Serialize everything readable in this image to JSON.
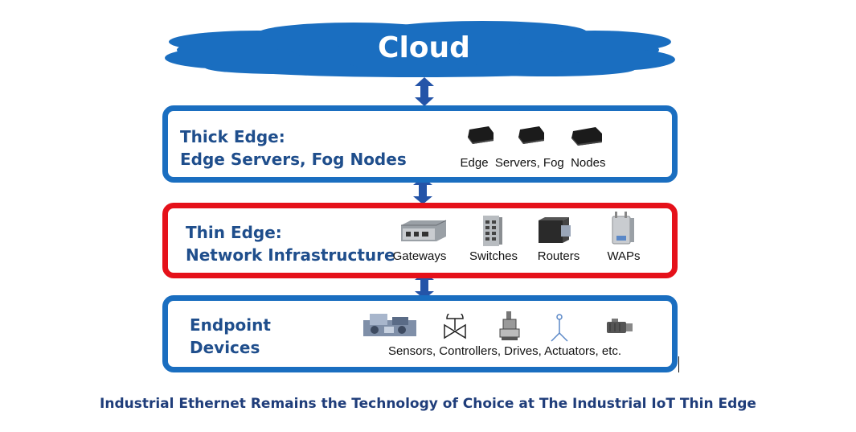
{
  "colors": {
    "accent_blue": "#1a6ec0",
    "highlight_red": "#e5111a",
    "title_text": "#1f4e8c",
    "caption_text": "#1f3d7a"
  },
  "cloud": {
    "label": "Cloud"
  },
  "tiers": {
    "thick_edge": {
      "title_line1": "Thick Edge:",
      "title_line2": "Edge Servers, Fog Nodes",
      "devices_label": "Edge  Servers, Fog  Nodes"
    },
    "thin_edge": {
      "title_line1": "Thin Edge:",
      "title_line2": "Network Infrastructure",
      "devices": [
        {
          "label": "Gateways",
          "icon": "gateway-icon"
        },
        {
          "label": "Switches",
          "icon": "switch-icon"
        },
        {
          "label": "Routers",
          "icon": "router-icon"
        },
        {
          "label": "WAPs",
          "icon": "wap-icon"
        }
      ]
    },
    "endpoint": {
      "title_line1": "Endpoint",
      "title_line2": "Devices",
      "devices_label": "Sensors, Controllers, Drives, Actuators, etc."
    }
  },
  "caption": "Industrial Ethernet Remains the Technology of Choice at The Industrial IoT Thin Edge"
}
